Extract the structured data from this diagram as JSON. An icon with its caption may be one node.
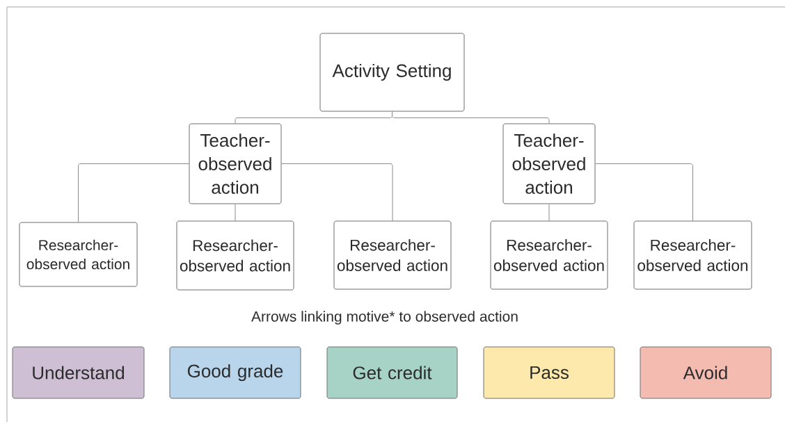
{
  "diagram": {
    "nodes": [
      {
        "text": [
          "Activity Setting"
        ]
      },
      {
        "text": [
          "Teacher-observed action"
        ]
      },
      {
        "text": [
          "Teacher-observed action"
        ]
      },
      {
        "text": [
          "Researcher-observed action"
        ]
      },
      {
        "text": [
          "Researcher-observed action"
        ]
      },
      {
        "text": [
          "Researcher-observed action"
        ]
      },
      {
        "text": [
          "Researcher-observed action"
        ]
      },
      {
        "text": [
          "Researcher-observed action"
        ]
      },
      {
        "text": [
          "Understand"
        ]
      },
      {
        "text": [
          "Good grade"
        ]
      },
      {
        "text": [
          "Get credit"
        ]
      },
      {
        "text": [
          "Pass"
        ]
      },
      {
        "text": [
          "Avoid"
        ]
      }
    ],
    "edges": [
      {
        "from": 0,
        "to": 1,
        "arrow": "none"
      },
      {
        "from": 0,
        "to": 2,
        "arrow": "none"
      },
      {
        "from": 1,
        "to": 3,
        "arrow": "none"
      },
      {
        "from": 1,
        "to": 4,
        "arrow": "none"
      },
      {
        "from": 1,
        "to": 5,
        "arrow": "none"
      },
      {
        "from": 2,
        "to": 6,
        "arrow": "none"
      },
      {
        "from": 2,
        "to": 7,
        "arrow": "none"
      }
    ],
    "labels": [
      "Arrows linking motive* to observed action"
    ]
  }
}
